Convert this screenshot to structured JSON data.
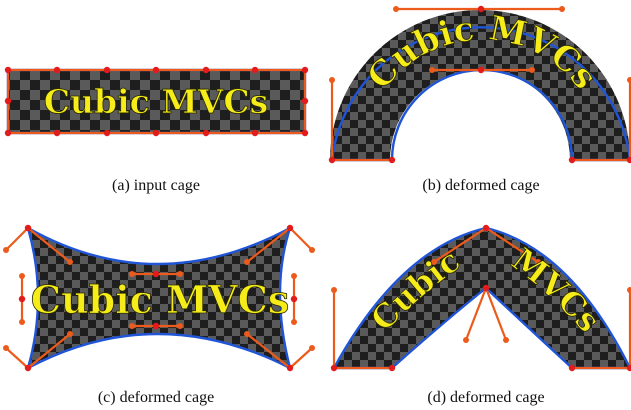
{
  "word": "Cubic MVCs",
  "colors": {
    "cage_edge": "#1f55d6",
    "handle": "#ec5a1c",
    "vertex": "#e21b1b",
    "text_fill": "#f5ec1a",
    "checker_dark": "#1e1e1e",
    "checker_light": "#5a5a5a"
  },
  "panels": [
    {
      "id": "a",
      "caption": "(a)  input cage"
    },
    {
      "id": "b",
      "caption": "(b)  deformed cage"
    },
    {
      "id": "c",
      "caption": "(c)  deformed cage"
    },
    {
      "id": "d",
      "caption": "(d)  deformed cage"
    }
  ]
}
